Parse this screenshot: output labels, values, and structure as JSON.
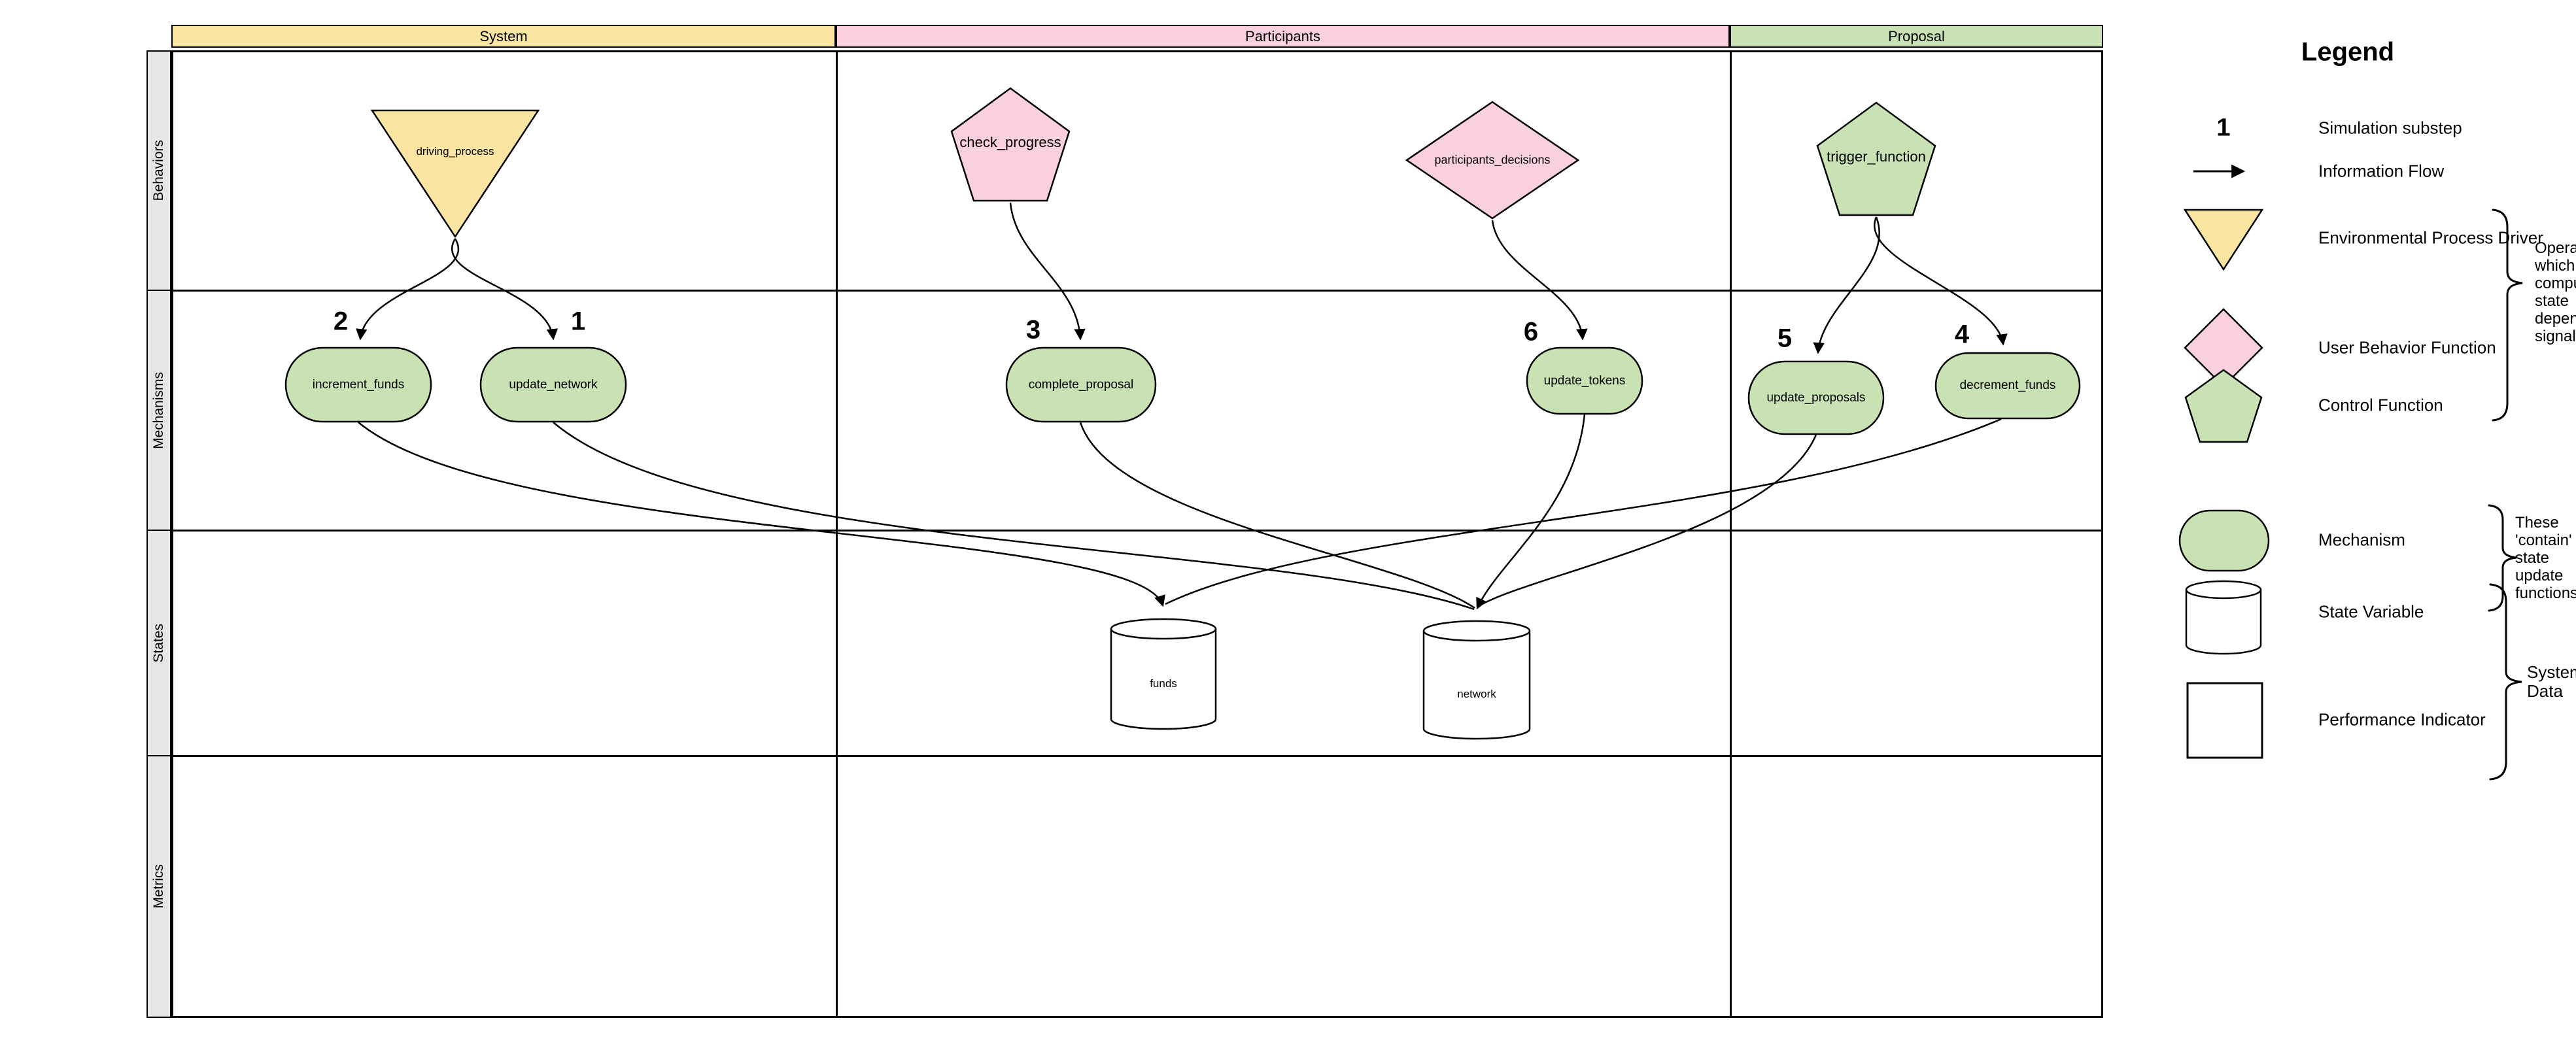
{
  "diagram": {
    "header": {
      "columns": [
        {
          "label": "System",
          "color": "#fbe5a2"
        },
        {
          "label": "Participants",
          "color": "#f9d0dc"
        },
        {
          "label": "Proposal",
          "color": "#c9e2b3"
        }
      ]
    },
    "rows": [
      {
        "label": "Behaviors"
      },
      {
        "label": "Mechanisms"
      },
      {
        "label": "States"
      },
      {
        "label": "Metrics"
      }
    ],
    "nodes": {
      "driving_process": {
        "label": "driving_process",
        "type": "environmental-process-driver",
        "shape": "triangle-down",
        "fill": "#fbe5a2",
        "column": "System",
        "row": "Behaviors"
      },
      "check_progress": {
        "label": "check_progress",
        "type": "behavior-function",
        "shape": "pentagon",
        "fill": "#f9d0dc",
        "column": "Participants",
        "row": "Behaviors"
      },
      "participants_decisions": {
        "label": "participants_decisions",
        "type": "user-behavior-function",
        "shape": "diamond",
        "fill": "#f9d0dc",
        "column": "Participants",
        "row": "Behaviors"
      },
      "trigger_function": {
        "label": "trigger_function",
        "type": "control-function",
        "shape": "pentagon",
        "fill": "#c9e2b3",
        "column": "Proposal",
        "row": "Behaviors"
      },
      "increment_funds": {
        "label": "increment_funds",
        "type": "mechanism",
        "substep": "2",
        "fill": "#c9e2b3",
        "column": "System",
        "row": "Mechanisms"
      },
      "update_network": {
        "label": "update_network",
        "type": "mechanism",
        "substep": "1",
        "fill": "#c9e2b3",
        "column": "System",
        "row": "Mechanisms"
      },
      "complete_proposal": {
        "label": "complete_proposal",
        "type": "mechanism",
        "substep": "3",
        "fill": "#c9e2b3",
        "column": "Participants",
        "row": "Mechanisms"
      },
      "update_tokens": {
        "label": "update_tokens",
        "type": "mechanism",
        "substep": "6",
        "fill": "#c9e2b3",
        "column": "Participants",
        "row": "Mechanisms"
      },
      "update_proposals": {
        "label": "update_proposals",
        "type": "mechanism",
        "substep": "5",
        "fill": "#c9e2b3",
        "column": "Proposal",
        "row": "Mechanisms"
      },
      "decrement_funds": {
        "label": "decrement_funds",
        "type": "mechanism",
        "substep": "4",
        "fill": "#c9e2b3",
        "column": "Proposal",
        "row": "Mechanisms"
      },
      "funds": {
        "label": "funds",
        "type": "state-variable",
        "shape": "cylinder",
        "fill": "#ffffff",
        "column": "Participants",
        "row": "States"
      },
      "network": {
        "label": "network",
        "type": "state-variable",
        "shape": "cylinder",
        "fill": "#ffffff",
        "column": "Participants",
        "row": "States"
      }
    },
    "edges": [
      {
        "from": "driving_process",
        "to": "increment_funds"
      },
      {
        "from": "driving_process",
        "to": "update_network"
      },
      {
        "from": "check_progress",
        "to": "complete_proposal"
      },
      {
        "from": "participants_decisions",
        "to": "update_tokens"
      },
      {
        "from": "trigger_function",
        "to": "update_proposals"
      },
      {
        "from": "trigger_function",
        "to": "decrement_funds"
      },
      {
        "from": "increment_funds",
        "to": "funds"
      },
      {
        "from": "decrement_funds",
        "to": "funds"
      },
      {
        "from": "update_network",
        "to": "network"
      },
      {
        "from": "complete_proposal",
        "to": "network"
      },
      {
        "from": "update_tokens",
        "to": "network"
      },
      {
        "from": "update_proposals",
        "to": "network"
      }
    ]
  },
  "legend": {
    "title": "Legend",
    "items": [
      {
        "symbol": "substep-number",
        "sample": "1",
        "label": "Simulation substep"
      },
      {
        "symbol": "arrow",
        "label": "Information Flow"
      },
      {
        "symbol": "triangle-down",
        "color": "#fbe5a2",
        "label": "Environmental Process Driver"
      },
      {
        "symbol": "diamond",
        "color": "#f9d0dc",
        "label": "User Behavior Function"
      },
      {
        "symbol": "pentagon",
        "color": "#c9e2b3",
        "label": "Control Function"
      },
      {
        "symbol": "stadium",
        "color": "#c9e2b3",
        "label": "Mechanism"
      },
      {
        "symbol": "cylinder",
        "color": "#ffffff",
        "label": "State Variable"
      },
      {
        "symbol": "square",
        "color": "#ffffff",
        "label": "Performance Indicator"
      }
    ],
    "annotations": [
      {
        "text": "Operators which compute state dependent signals"
      },
      {
        "text": "These 'contain' state update functions"
      },
      {
        "text": "System Data"
      }
    ]
  }
}
